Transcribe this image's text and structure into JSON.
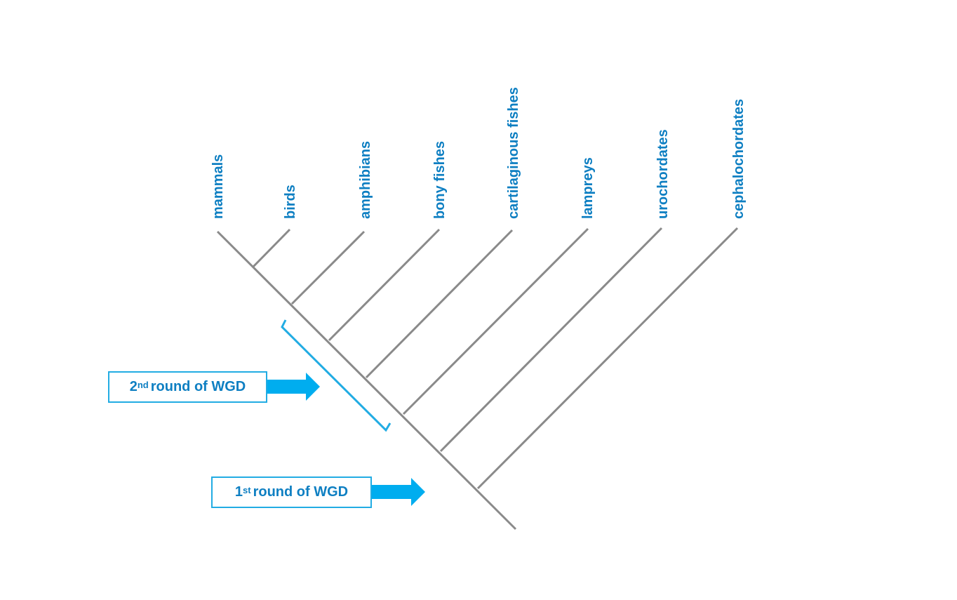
{
  "taxa": [
    "mammals",
    "birds",
    "amphibians",
    "bony fishes",
    "cartilaginous fishes",
    "lampreys",
    "urochordates",
    "cephalochordates"
  ],
  "events": {
    "second": {
      "num": "2",
      "sup": "nd",
      "text": "round of WGD"
    },
    "first": {
      "num": "1",
      "sup": "st",
      "text": "round of WGD"
    }
  },
  "colors": {
    "branch": "#8a8a8a",
    "label": "#0e7fc2",
    "accent": "#22ace3",
    "arrow": "#00adef"
  }
}
